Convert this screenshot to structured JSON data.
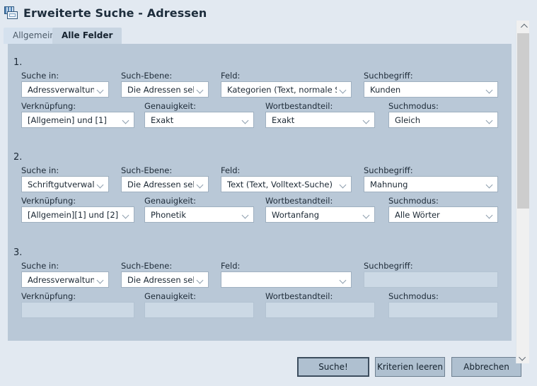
{
  "window": {
    "title": "Erweiterte Suche - Adressen",
    "icon": "address-card-icon"
  },
  "tabs": [
    {
      "label": "Allgemein",
      "active": false
    },
    {
      "label": "Alle Felder",
      "active": true
    }
  ],
  "labels": {
    "suche_in": "Suche in:",
    "such_ebene": "Such-Ebene:",
    "feld": "Feld:",
    "suchbegriff": "Suchbegriff:",
    "verknuepfung": "Verknüpfung:",
    "genauigkeit": "Genauigkeit:",
    "wortbestandteil": "Wortbestandteil:",
    "suchmodus": "Suchmodus:"
  },
  "groups": [
    {
      "number": "1.",
      "suche_in": "Adressverwaltun",
      "such_ebene": "Die Adressen sel",
      "feld": "Kategorien (Text, normale Su",
      "suchbegriff": "Kunden",
      "verknuepfung": "[Allgemein] und [1]",
      "genauigkeit": "Exakt",
      "wortbestandteil": "Exakt",
      "suchmodus": "Gleich",
      "enabled": true
    },
    {
      "number": "2.",
      "suche_in": "Schriftgutverwal",
      "such_ebene": "Die Adressen sel",
      "feld": "Text (Text, Volltext-Suche)",
      "suchbegriff": "Mahnung",
      "verknuepfung": "[Allgemein][1] und [2]",
      "genauigkeit": "Phonetik",
      "wortbestandteil": "Wortanfang",
      "suchmodus": "Alle Wörter",
      "enabled": true
    },
    {
      "number": "3.",
      "suche_in": "Adressverwaltun",
      "such_ebene": "Die Adressen sel",
      "feld": "",
      "suchbegriff": "",
      "verknuepfung": "",
      "genauigkeit": "",
      "wortbestandteil": "",
      "suchmodus": "",
      "enabled": false
    }
  ],
  "buttons": {
    "search": "Suche!",
    "clear": "Kriterien leeren",
    "cancel": "Abbrechen"
  },
  "scrollbar": {
    "up_icon": "chevron-up-icon",
    "down_icon": "chevron-down-icon"
  },
  "colors": {
    "window_bg": "#e2e9f1",
    "panel_bg": "#b9c8d7",
    "tab_active_bg": "#c8d5e2",
    "tab_inactive_bg": "#d5e1ee",
    "field_bg": "#ffffff",
    "field_disabled_bg": "#ccd9e5",
    "button_bg": "#afc0d0",
    "text": "#1e2b38"
  }
}
